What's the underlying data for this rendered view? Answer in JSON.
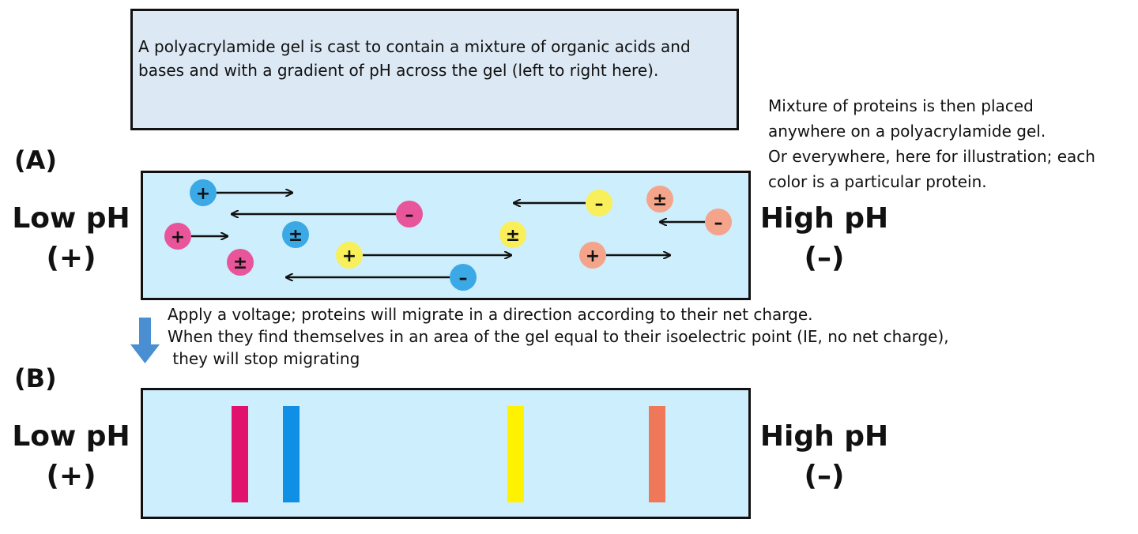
{
  "top_box": {
    "line1": "A polyacrylamide gel is cast to contain a mixture of organic acids and",
    "line2": "bases and with a gradient of pH across the gel (left to right here)."
  },
  "intro": {
    "line1": "Mixture of proteins is then placed",
    "line2": "anywhere on a polyacrylamide gel.",
    "line3": "Or everywhere, here for illustration; each",
    "line4": "color is a particular protein."
  },
  "panel_a": {
    "label": "(A)",
    "left_ph": "Low pH",
    "left_sign": "(+)",
    "right_ph": "High pH",
    "right_sign": "(–)"
  },
  "panel_b": {
    "label": "(B)",
    "left_ph": "Low pH",
    "left_sign": "(+)",
    "right_ph": "High pH",
    "right_sign": "(–)"
  },
  "voltage": {
    "line1": "Apply a voltage; proteins will migrate in a direction according to their net charge.",
    "line2": "When they find themselves in an area of the gel equal to their isoelectric point (IE, no net charge),",
    "line3": " they will stop migrating"
  },
  "proteins": {
    "pink": {
      "color": "#e8559a",
      "band_color": "#e0126d"
    },
    "blue": {
      "color": "#3ba9e6",
      "band_color": "#0f8fe6"
    },
    "yellow": {
      "color": "#f9ef5a",
      "band_color": "#fff200"
    },
    "salmon": {
      "color": "#f4a48a",
      "band_color": "#f0785a"
    }
  },
  "symbols": {
    "plus": "+",
    "minus": "–",
    "plus_minus": "±"
  },
  "down_arrow_color": "#4a8fd1"
}
